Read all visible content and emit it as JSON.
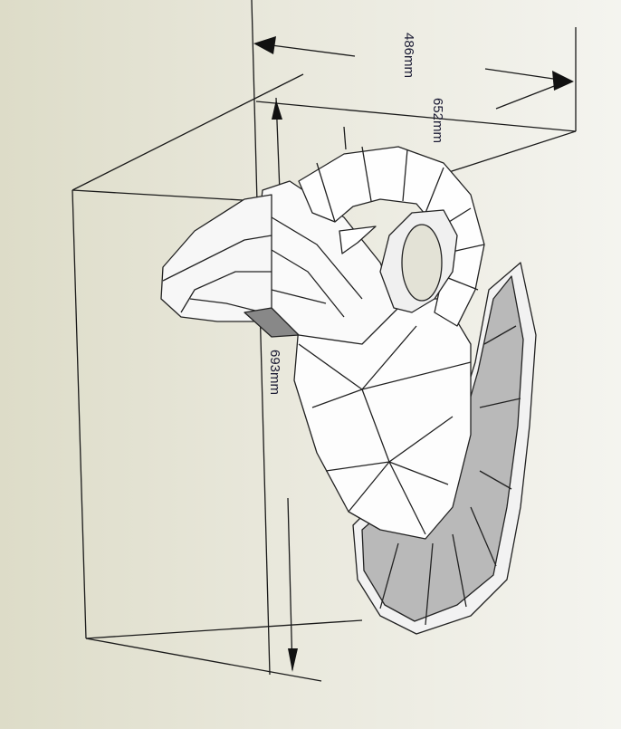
{
  "dimensions": {
    "width": "486mm",
    "depth": "652mm",
    "height": "693mm"
  },
  "colors": {
    "model_face": "#ffffff",
    "plaque": "#b8b8b8",
    "edge": "#222222"
  }
}
